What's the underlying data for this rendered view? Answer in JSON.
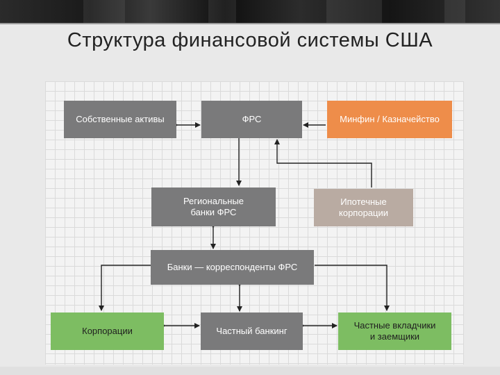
{
  "slide": {
    "title": "Структура финансовой системы США"
  },
  "diagram": {
    "boxes": {
      "own_assets": "Собственные активы",
      "frs": "ФРС",
      "minfin": "Минфин / Казначейство",
      "regional_banks": "Региональные\nбанки ФРС",
      "mortgage_corps": "Ипотечные\nкорпорации",
      "corr_banks": "Банки — корреспонденты ФРС",
      "corporations": "Корпорации",
      "private_banking": "Частный банкинг",
      "depositors": "Частные вкладчики\nи заемщики"
    },
    "colors": {
      "gray": "#7a7a7b",
      "orange": "#ee8d4a",
      "tan": "#b9aba2",
      "green": "#7dbd62",
      "arrow": "#222222"
    }
  }
}
